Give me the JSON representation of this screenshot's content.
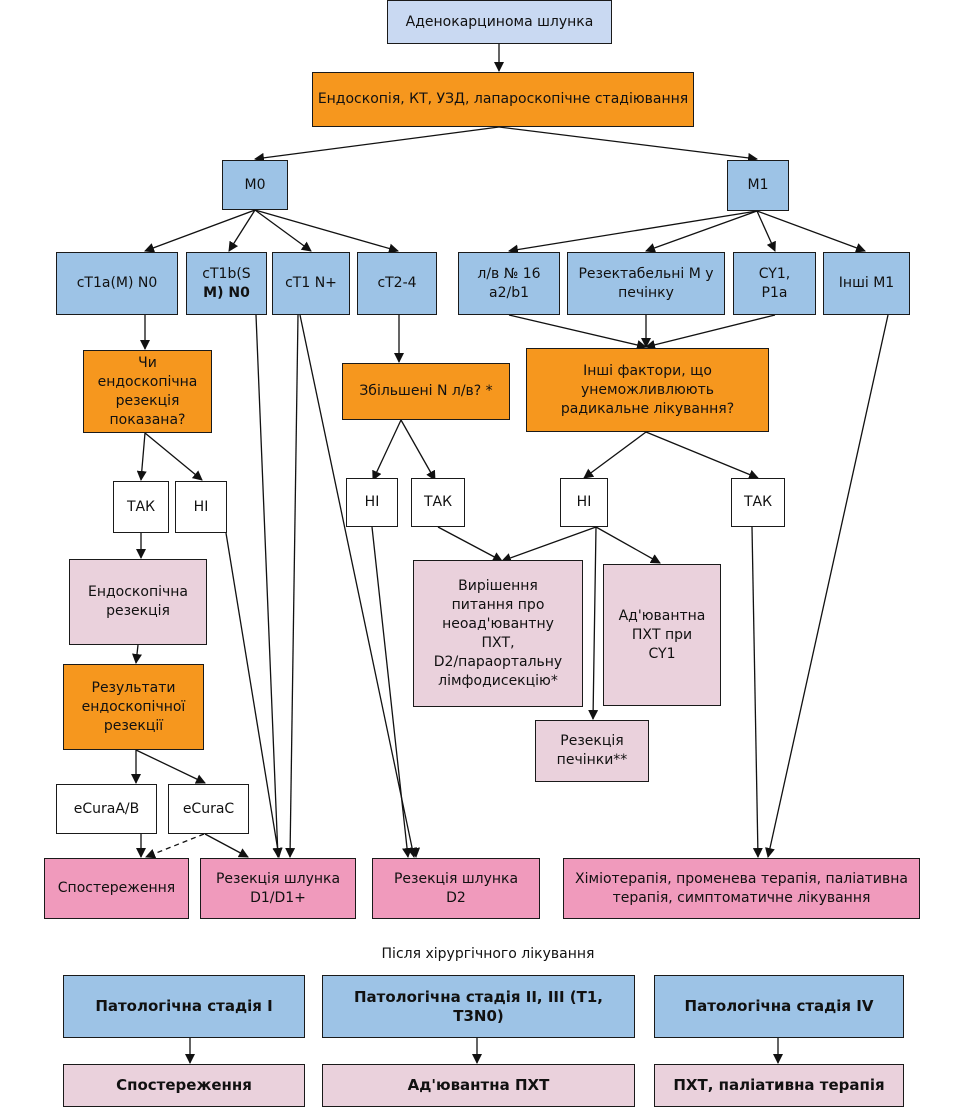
{
  "nodes": {
    "adenocarcinoma": "Аденокарцинома шлунка",
    "staging": "Ендоскопія, КТ, УЗД, лапароскопічне стадіювання",
    "m0": "M0",
    "m1": "M1",
    "ct1a": "cT1a(M) N0",
    "ct1b_line1": "cT1b(S",
    "ct1b_line2": "M) N0",
    "ct1n": "cT1 N+",
    "ct2_4": "cT2-4",
    "ln16": "л/в № 16\na2/b1",
    "resectable_m": "Резектабельні М у\nпечінку",
    "cy1": "CY1,\nP1a",
    "other_m1": "Інші М1",
    "endo_indicated": "Чи\nендоскопічна\nрезекція\nпоказана?",
    "enlarged_n": "Збільшені N л/в? *",
    "other_factors": "Інші фактори, що\nунеможливлюють\nрадикальне лікування?",
    "yes": "ТАК",
    "no": "НІ",
    "endo_resection": "Ендоскопічна\nрезекція",
    "endo_results": "Результати\nендоскопічної\nрезекції",
    "neoadjuvant": "Вирішення\nпитання про\nнеоад'ювантну\nПХТ,\nD2/параортальну\nлімфодисекцію*",
    "adjuvant_cy1": "Ад'ювантна\nПХТ при\nCY1",
    "liver_resection": "Резекція\nпечінки**",
    "ecura_ab": "eCuraA/B",
    "ecura_c": "eCuraC",
    "observation": "Спостереження",
    "gastrectomy_d1": "Резекція шлунка\nD1/D1+",
    "gastrectomy_d2": "Резекція шлунка\nD2",
    "chemo": "Хіміотерапія, променева терапія, паліативна\nтерапія, симптоматичне лікування"
  },
  "after_surgery": {
    "caption": "Після хірургічного лікування",
    "stage1": "Патологічна стадія I",
    "stage23": "Патологічна стадія II, III (T1, T3N0)",
    "stage4": "Патологічна стадія IV",
    "obs": "Спостереження",
    "adj": "Ад'ювантна ПХТ",
    "pal": "ПХТ, паліативна терапія"
  },
  "colors": {
    "light_blue": "#c9d9f2",
    "blue": "#9dc3e6",
    "orange": "#f6971e",
    "light_pink": "#ead1dc",
    "pink": "#f09abc"
  }
}
